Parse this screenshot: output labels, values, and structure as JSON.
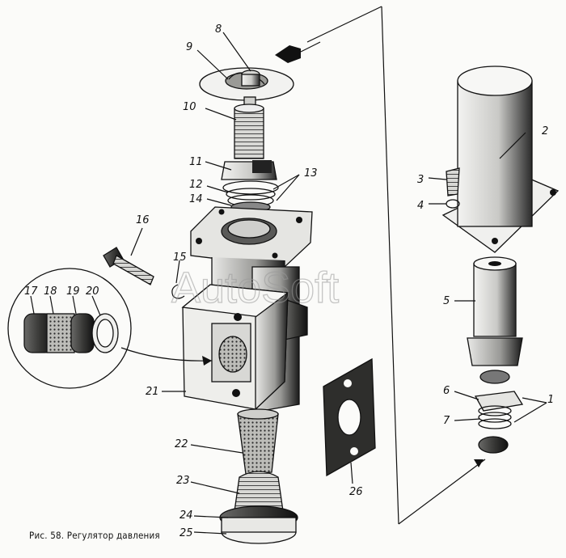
{
  "figure": {
    "caption": "Рис. 58. Регулятор давления",
    "watermark": "AutoSoft"
  },
  "callouts": [
    {
      "id": "c1",
      "text": "1"
    },
    {
      "id": "c2",
      "text": "2"
    },
    {
      "id": "c3",
      "text": "3"
    },
    {
      "id": "c4",
      "text": "4"
    },
    {
      "id": "c5",
      "text": "5"
    },
    {
      "id": "c6",
      "text": "6"
    },
    {
      "id": "c7",
      "text": "7"
    },
    {
      "id": "c8",
      "text": "8"
    },
    {
      "id": "c9",
      "text": "9"
    },
    {
      "id": "c10",
      "text": "10"
    },
    {
      "id": "c11",
      "text": "11"
    },
    {
      "id": "c12",
      "text": "12"
    },
    {
      "id": "c13",
      "text": "13"
    },
    {
      "id": "c14",
      "text": "14"
    },
    {
      "id": "c15",
      "text": "15"
    },
    {
      "id": "c16",
      "text": "16"
    },
    {
      "id": "c17",
      "text": "17"
    },
    {
      "id": "c18",
      "text": "18"
    },
    {
      "id": "c19",
      "text": "19"
    },
    {
      "id": "c20",
      "text": "20"
    },
    {
      "id": "c21",
      "text": "21"
    },
    {
      "id": "c22",
      "text": "22"
    },
    {
      "id": "c23",
      "text": "23"
    },
    {
      "id": "c24",
      "text": "24"
    },
    {
      "id": "c25",
      "text": "25"
    },
    {
      "id": "c26",
      "text": "26"
    }
  ]
}
